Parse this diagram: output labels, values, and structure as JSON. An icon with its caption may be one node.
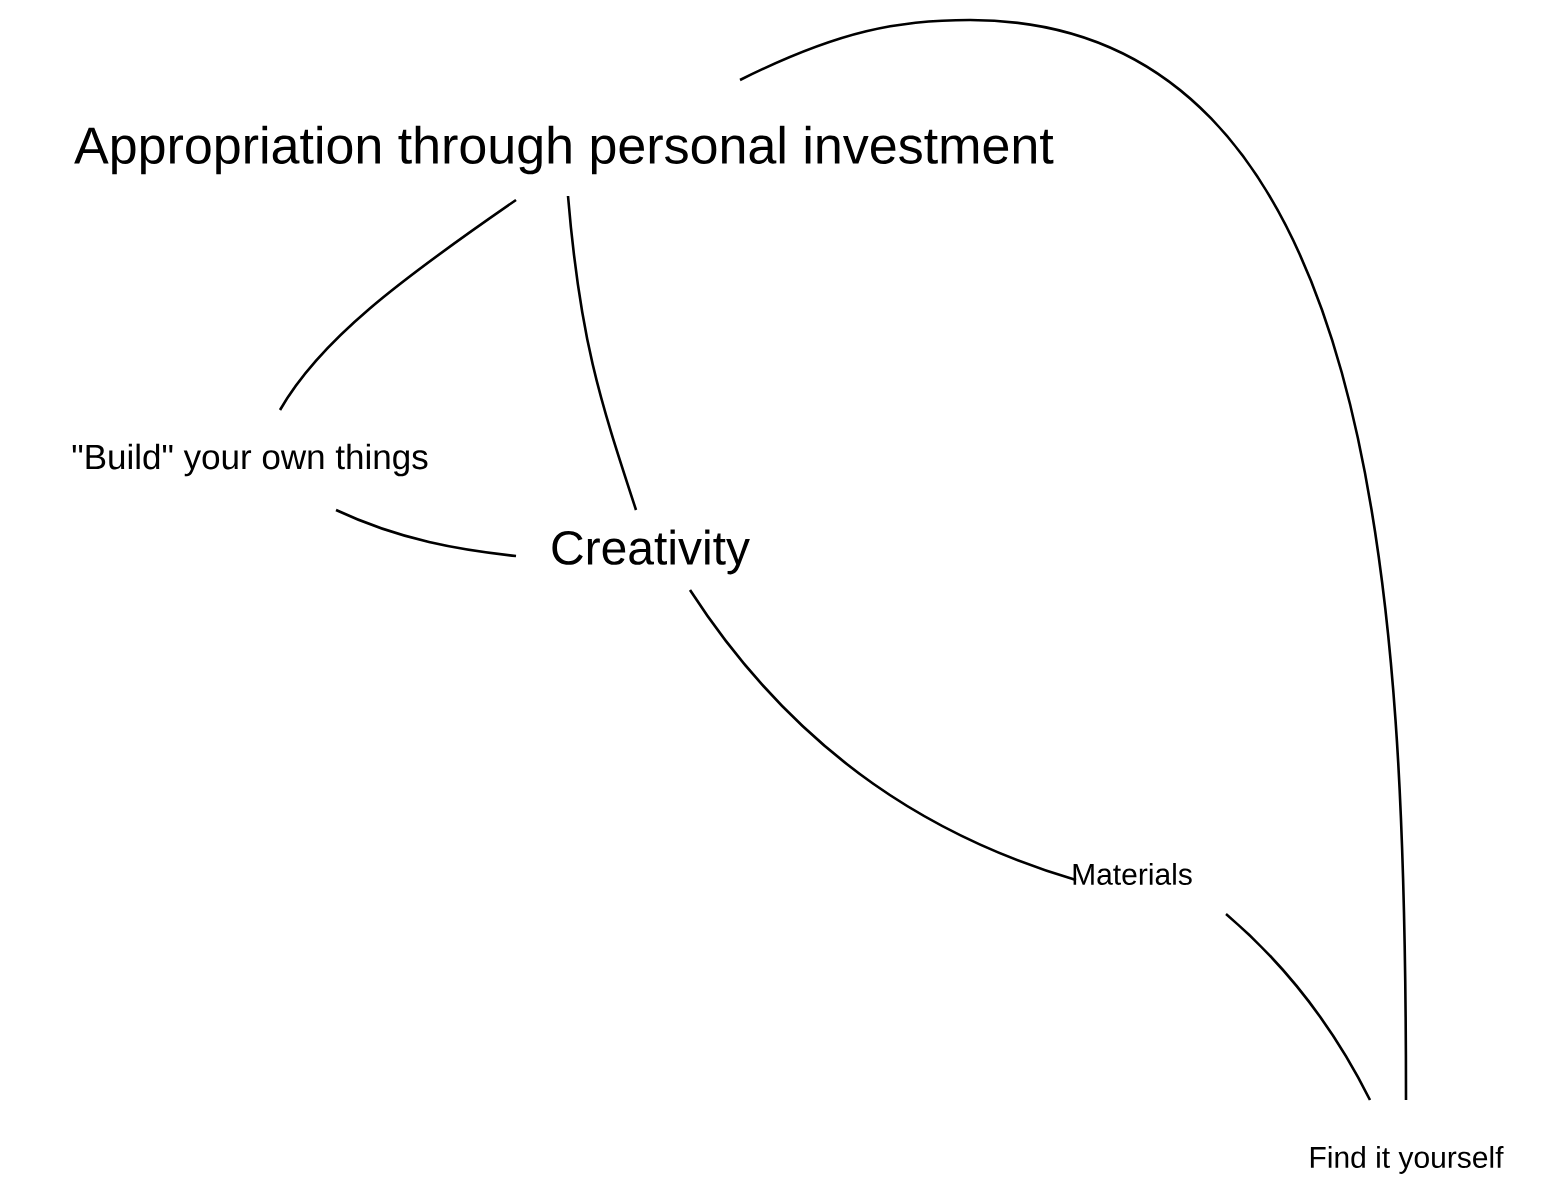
{
  "diagram": {
    "nodes": [
      {
        "text": [
          "Appropriation through personal investment"
        ]
      },
      {
        "text": [
          "\"Build\" your own things"
        ]
      },
      {
        "text": [
          "Creativity"
        ]
      },
      {
        "text": [
          "Materials"
        ]
      },
      {
        "text": [
          "Find it yourself"
        ]
      }
    ],
    "edges": [
      {
        "from": 0,
        "to": 1,
        "arrow": "none"
      },
      {
        "from": 0,
        "to": 2,
        "arrow": "none"
      },
      {
        "from": 1,
        "to": 2,
        "arrow": "none"
      },
      {
        "from": 2,
        "to": 3,
        "arrow": "none"
      },
      {
        "from": 3,
        "to": 4,
        "arrow": "none"
      },
      {
        "from": 0,
        "to": 4,
        "arrow": "none"
      }
    ]
  }
}
